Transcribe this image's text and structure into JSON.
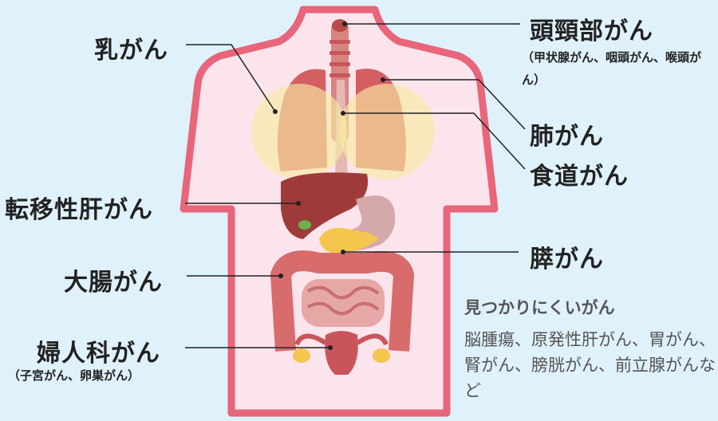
{
  "labels": {
    "breast": "乳がん",
    "liver": "転移性肝がん",
    "colon": "大腸がん",
    "gyn": "婦人科がん",
    "gyn_sub": "（子宮がん、卵巣がん）",
    "head_neck": "頭頸部がん",
    "head_neck_sub": "（甲状腺がん、咽頭がん、喉頭がん）",
    "lung": "肺がん",
    "esophagus": "食道がん",
    "pancreas": "膵がん"
  },
  "note": {
    "title": "見つかりにくいがん",
    "body": "脳腫瘍、原発性肝がん、胃がん、腎がん、膀胱がん、前立腺がんなど"
  },
  "colors": {
    "background": "#dff1fb",
    "body_outline": "#e8657a",
    "body_fill": "#fce4ec",
    "organ_red": "#c8555a",
    "organ_dark": "#9e3b3a",
    "highlight": "#f8e9a1"
  }
}
